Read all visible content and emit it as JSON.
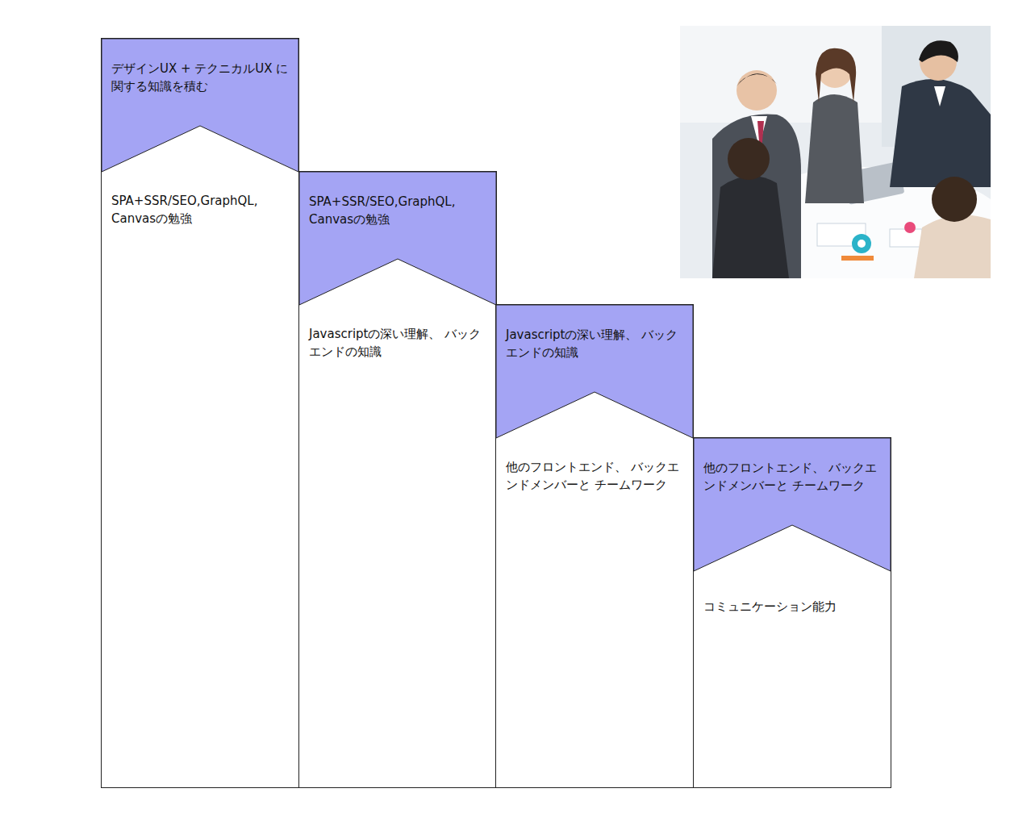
{
  "diagram": {
    "nodes": [
      {
        "text": [
          "デザインUX + テクニカルUX に関する知識を積む",
          "SPA+SSR/SEO,GraphQL, Canvasの勉強"
        ]
      },
      {
        "text": [
          "SPA+SSR/SEO,GraphQL, Canvasの勉強",
          "Javascriptの深い理解、 バックエンドの知識"
        ]
      },
      {
        "text": [
          "Javascriptの深い理解、 バックエンドの知識",
          "他のフロントエンド、 バックエンドメンバーと チームワーク"
        ]
      },
      {
        "text": [
          "他のフロントエンド、 バックエンドメンバーと チームワーク",
          "コミュニケーション能力"
        ]
      }
    ]
  }
}
